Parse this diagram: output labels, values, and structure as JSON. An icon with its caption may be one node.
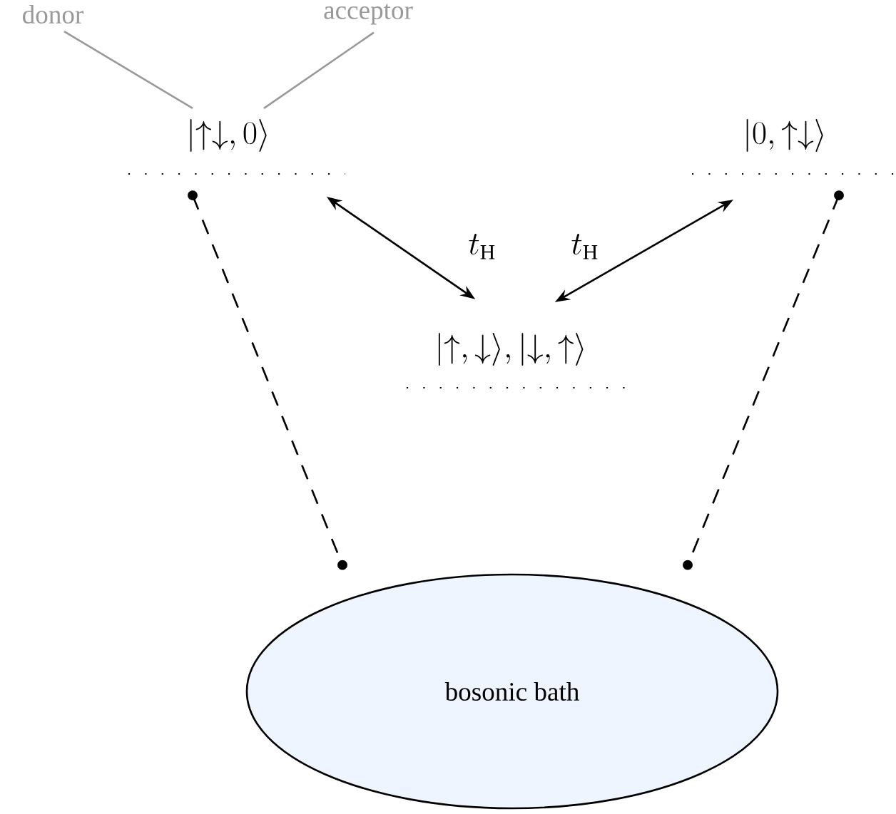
{
  "diagram": {
    "nodes": [
      {
        "text": [
          "donor"
        ]
      },
      {
        "text": [
          "acceptor"
        ]
      },
      {
        "text": [
          "|{\\uparrow}{\\downarrow}, 0\\rangle"
        ]
      },
      {
        "text": [
          "|0, {\\uparrow}{\\downarrow}\\rangle"
        ]
      },
      {
        "text": [
          "|{\\uparrow}, {\\downarrow}\\rangle, |{\\downarrow}, {\\uparrow}\\rangle"
        ]
      },
      {
        "text": [
          "bosonic bath"
        ]
      }
    ],
    "edges": [
      {
        "from": 0,
        "to": 2,
        "arrow": "none",
        "color": "#999999"
      },
      {
        "from": 1,
        "to": 2,
        "arrow": "none",
        "color": "#999999"
      },
      {
        "from": 2,
        "to": 4,
        "arrow": "both",
        "label": "t_\\mathrm{H}"
      },
      {
        "from": 3,
        "to": 4,
        "arrow": "both",
        "label": "t_\\mathrm{H}"
      },
      {
        "from": 2,
        "to": 5,
        "arrow": "other",
        "style": "dashed"
      },
      {
        "from": 3,
        "to": 5,
        "arrow": "other",
        "style": "dashed"
      }
    ]
  }
}
